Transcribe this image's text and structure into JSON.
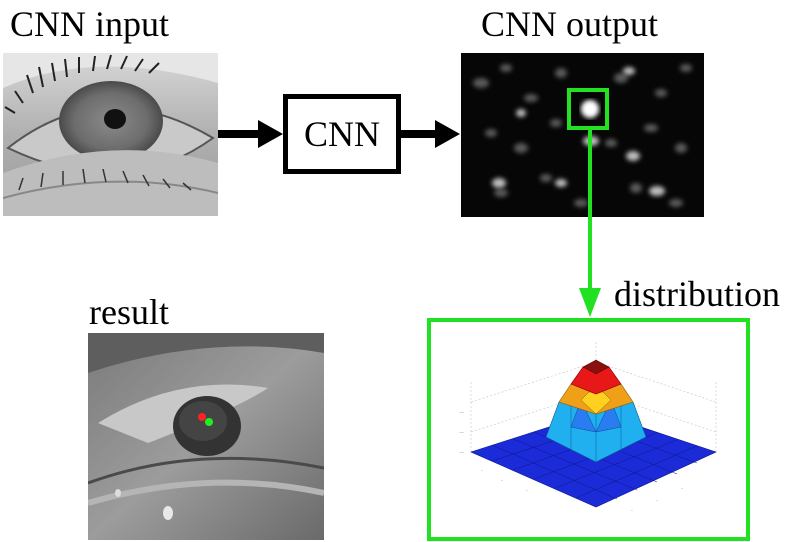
{
  "labels": {
    "cnn_input": "CNN input",
    "cnn_output": "CNN output",
    "cnn_block": "CNN",
    "result": "result",
    "distribution": "distribution"
  },
  "colors": {
    "highlight": "#22e022",
    "arrow": "#000000",
    "marker_red": "#ff2222",
    "marker_green": "#22ee22"
  }
}
